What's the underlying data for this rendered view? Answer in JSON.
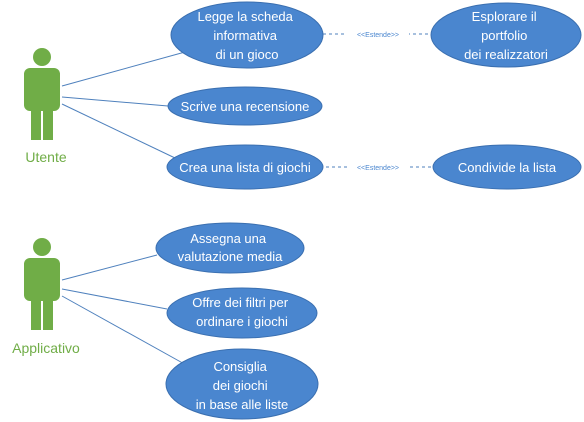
{
  "actors": [
    {
      "id": "utente",
      "label": "Utente"
    },
    {
      "id": "applicativo",
      "label": "Applicativo"
    }
  ],
  "use_cases": [
    {
      "id": "legge",
      "lines": [
        "Legge la scheda",
        "informativa",
        "di un gioco"
      ]
    },
    {
      "id": "recensione",
      "lines": [
        "Scrive una recensione"
      ]
    },
    {
      "id": "lista",
      "lines": [
        "Crea una lista di giochi"
      ]
    },
    {
      "id": "portfolio",
      "lines": [
        "Esplorare il",
        "portfolio",
        "dei realizzatori"
      ]
    },
    {
      "id": "condivide",
      "lines": [
        "Condivide la lista"
      ]
    },
    {
      "id": "valutazione",
      "lines": [
        "Assegna una",
        "valutazione media"
      ]
    },
    {
      "id": "filtri",
      "lines": [
        "Offre dei filtri per",
        "ordinare i giochi"
      ]
    },
    {
      "id": "consiglia",
      "lines": [
        "Consiglia",
        "dei giochi",
        "in base alle liste"
      ]
    }
  ],
  "extends": [
    {
      "id": "ext1",
      "label": "<<Estende>>",
      "from": "portfolio",
      "to": "legge"
    },
    {
      "id": "ext2",
      "label": "<<Estende>>",
      "from": "condivide",
      "to": "lista"
    }
  ],
  "associations": [
    {
      "actor": "utente",
      "use_case": "legge"
    },
    {
      "actor": "utente",
      "use_case": "recensione"
    },
    {
      "actor": "utente",
      "use_case": "lista"
    },
    {
      "actor": "applicativo",
      "use_case": "valutazione"
    },
    {
      "actor": "applicativo",
      "use_case": "filtri"
    },
    {
      "actor": "applicativo",
      "use_case": "consiglia"
    }
  ],
  "colors": {
    "use_case_fill": "#4a86cf",
    "actor": "#70ad47",
    "line": "#4f81bd"
  }
}
